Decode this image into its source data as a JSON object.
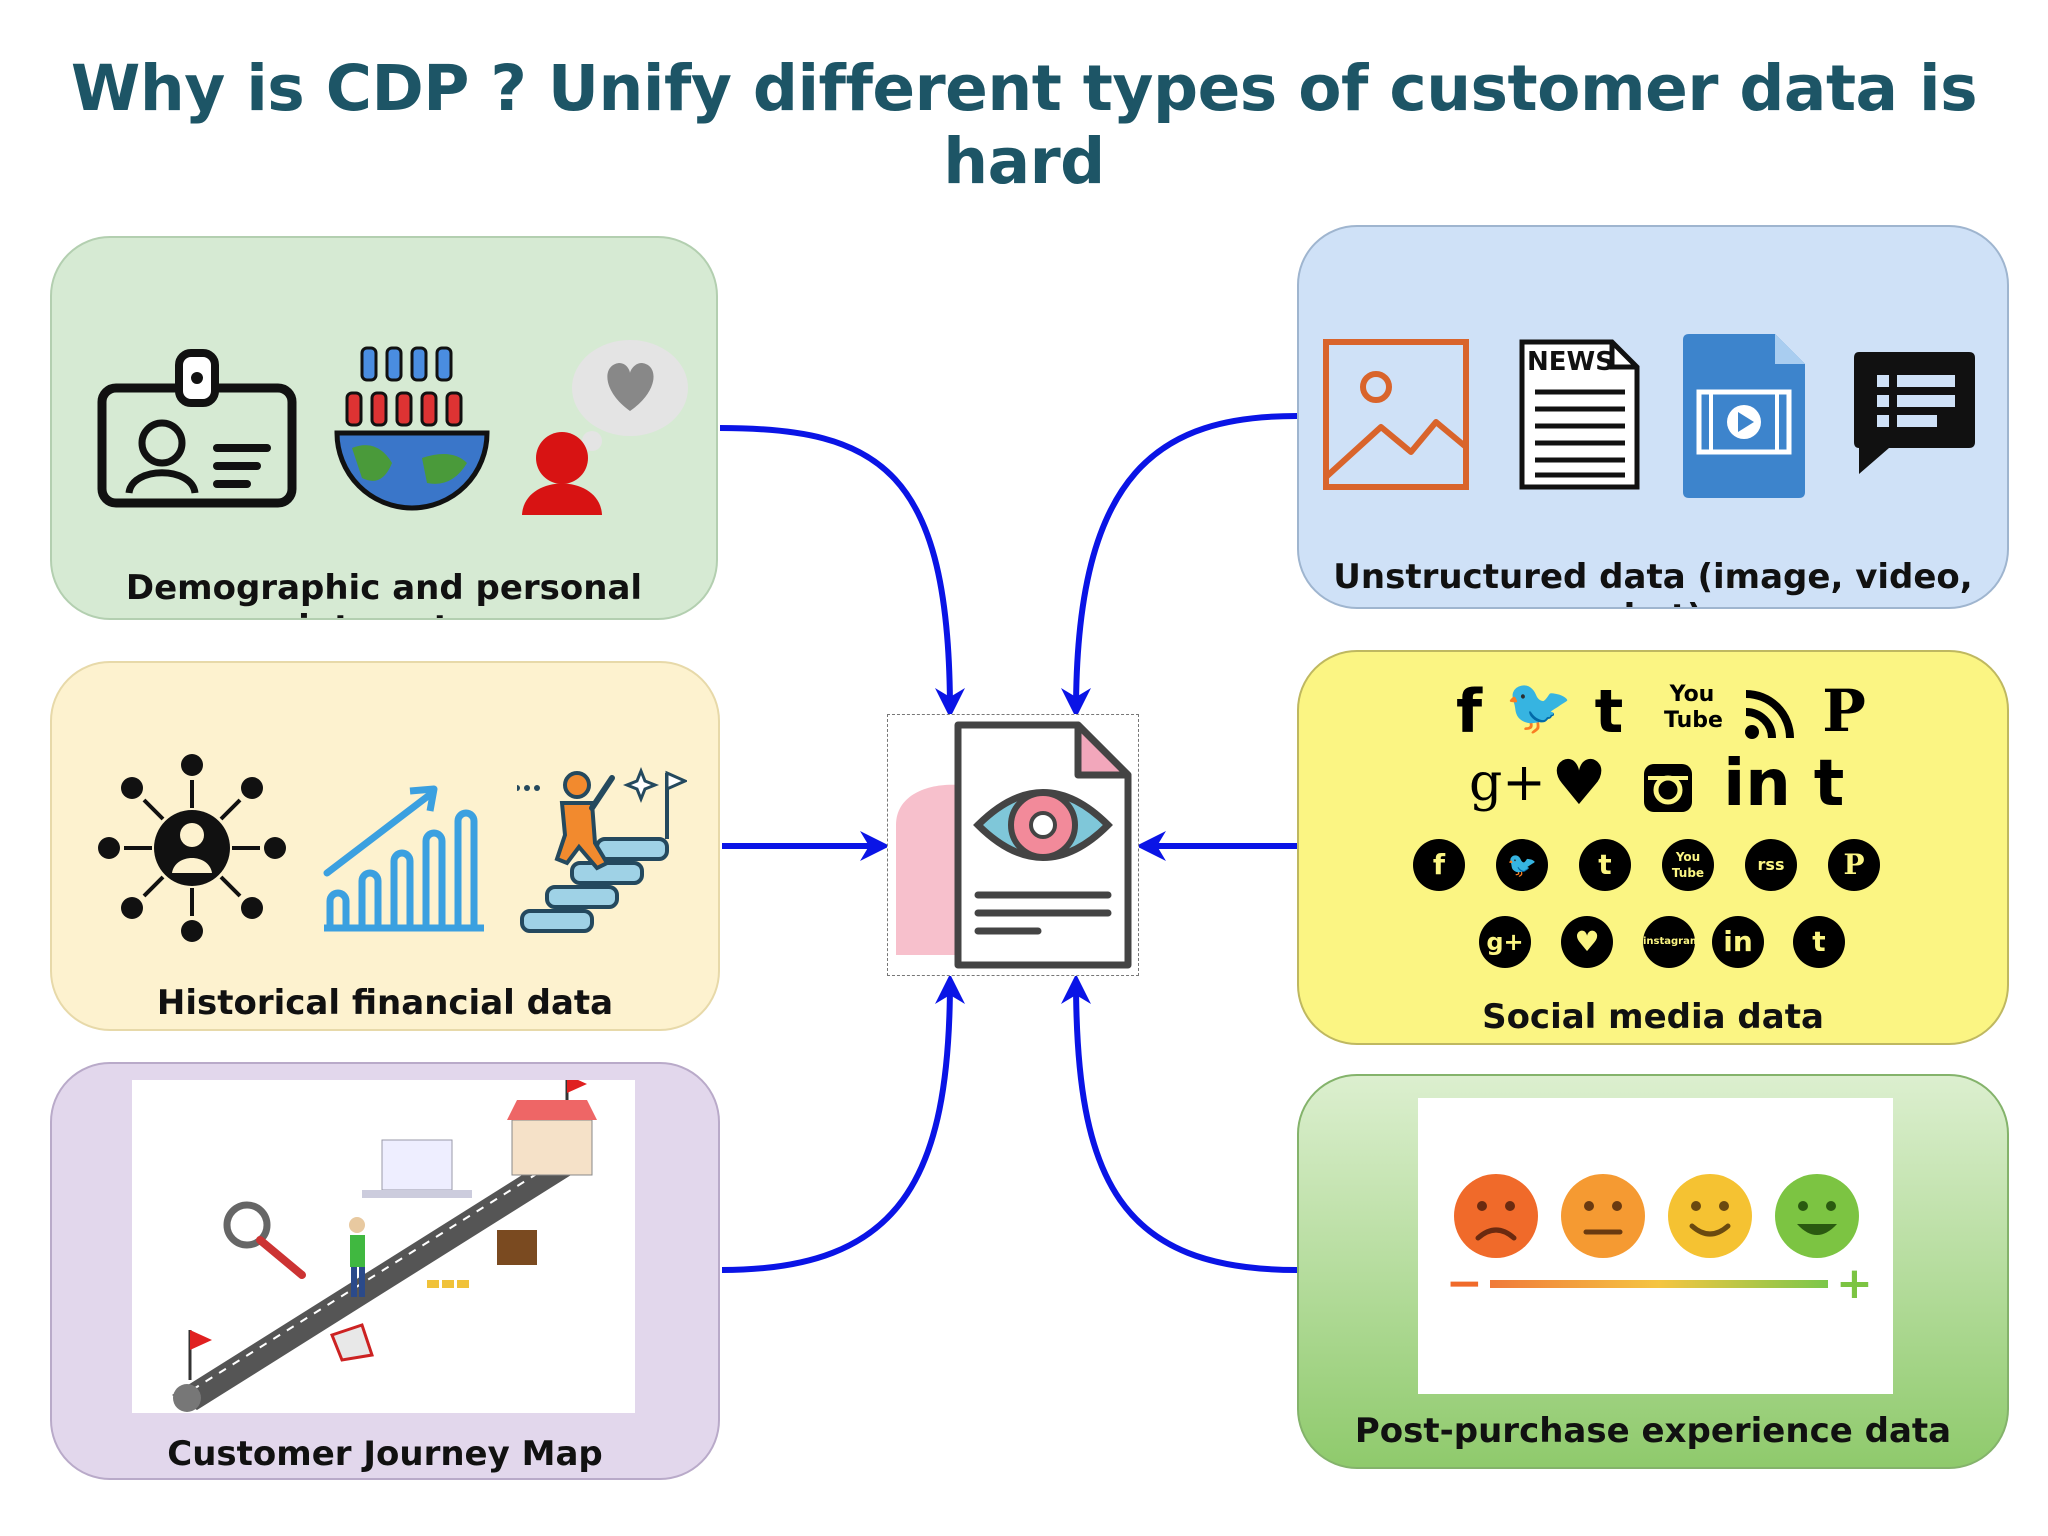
{
  "title": "Why is CDP ? Unify different types of customer data is hard",
  "panels": {
    "demographic": {
      "label": "Demographic and personal interests",
      "icons": [
        "id-card-icon",
        "population-globe-icon",
        "person-heart-thought-icon"
      ]
    },
    "financial": {
      "label": "Historical financial data",
      "icons": [
        "network-person-icon",
        "growth-chart-icon",
        "stairs-goal-icon"
      ]
    },
    "journey": {
      "label": "Customer Journey Map",
      "icons": [
        "journey-map-illustration"
      ]
    },
    "unstructured": {
      "label": "Unstructured data (image, video, chat)",
      "icons": [
        "image-file-icon",
        "news-doc-icon",
        "video-file-icon",
        "chat-bubble-icon"
      ],
      "news_text": "NEWS"
    },
    "social": {
      "label": "Social media data",
      "row1": [
        "f",
        "🐦",
        "t",
        "You Tube",
        "rss",
        "P"
      ],
      "row2": [
        "g+",
        "♥",
        "instagram",
        "in",
        "t"
      ],
      "row3": [
        "f",
        "🐦",
        "t",
        "You Tube",
        "rss",
        "P"
      ],
      "row4": [
        "g+",
        "♥",
        "instagram",
        "in",
        "t"
      ]
    },
    "post_purchase": {
      "label": "Post-purchase experience data",
      "icons": [
        "sad-face-icon",
        "neutral-face-icon",
        "smile-face-icon",
        "happy-face-icon"
      ],
      "minus": "−",
      "plus": "+"
    }
  },
  "colors": {
    "title": "#1d5566",
    "arrow": "#0a14e6",
    "demographic_bg": "#d6ead3",
    "financial_bg": "#fdf2cf",
    "journey_bg": "#e2d7ec",
    "unstructured_bg": "#cfe1f7",
    "social_bg": "#fbf583",
    "post_bg": "#8fca6c"
  }
}
